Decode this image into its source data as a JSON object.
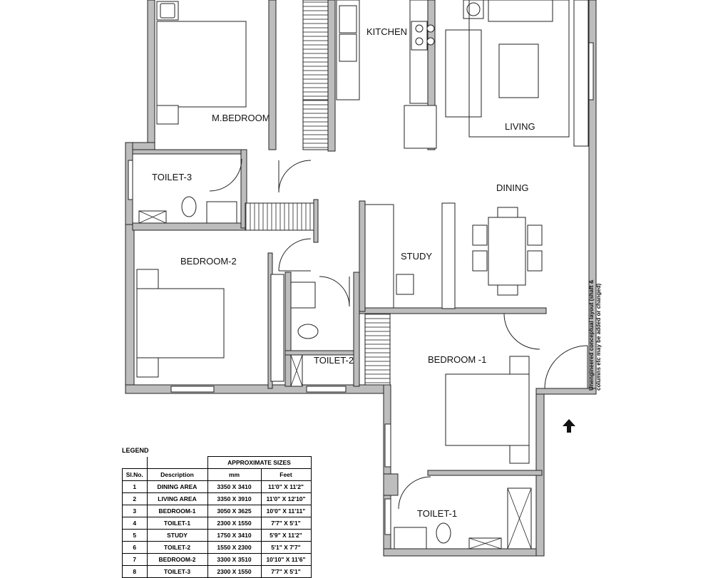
{
  "rooms": {
    "master_bedroom": "M.BEDROOM",
    "kitchen": "KITCHEN",
    "living": "LIVING",
    "dining": "DINING",
    "toilet_3": "TOILET-3",
    "bedroom_2": "BEDROOM-2",
    "study": "STUDY",
    "toilet_2": "TOILET-2",
    "bedroom_1": "BEDROOM -1",
    "toilet_1": "TOILET-1"
  },
  "note": {
    "line1": "Unengineered conceptual layout (shaft &",
    "line2": "columns etc may be added or changed)"
  },
  "legend": {
    "title": "LEGEND",
    "group_header": "APPROXIMATE SIZES",
    "headers": [
      "Sl.No.",
      "Description",
      "mm",
      "Feet"
    ],
    "rows": [
      [
        "1",
        "DINING AREA",
        "3350 X 3410",
        "11'0\" X 11'2\""
      ],
      [
        "2",
        "LIVING AREA",
        "3350 X 3910",
        "11'0\" X 12'10\""
      ],
      [
        "3",
        "BEDROOM-1",
        "3050 X 3625",
        "10'0\" X 11'11\""
      ],
      [
        "4",
        "TOILET-1",
        "2300 X 1550",
        "7'7\" X 5'1\""
      ],
      [
        "5",
        "STUDY",
        "1750 X 3410",
        "5'9\" X 11'2\""
      ],
      [
        "6",
        "TOILET-2",
        "1550 X 2300",
        "5'1\" X 7'7\""
      ],
      [
        "7",
        "BEDROOM-2",
        "3300 X 3510",
        "10'10\" X 11'6\""
      ],
      [
        "8",
        "TOILET-3",
        "2300 X 1550",
        "7'7\" X 5'1\""
      ]
    ]
  }
}
